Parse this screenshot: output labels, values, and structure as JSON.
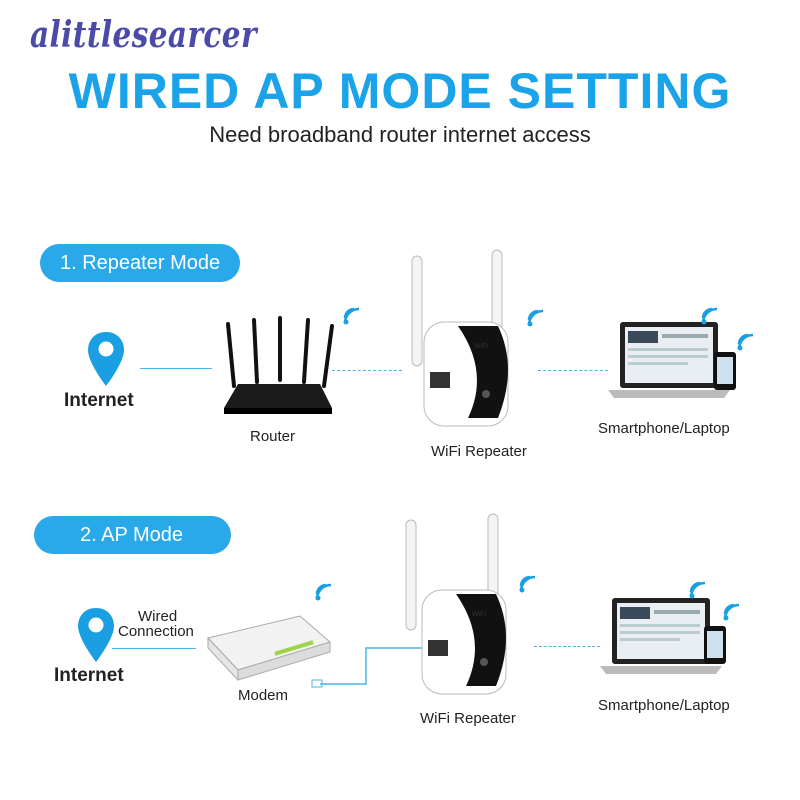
{
  "watermark": "alittlesearcer",
  "title": "WIRED AP MODE SETTING",
  "subtitle": "Need broadband router internet access",
  "colors": {
    "accent": "#2aa9ea",
    "title": "#1aa3e8",
    "pin": "#1a9fe3"
  },
  "sections": [
    {
      "pill": "1. Repeater Mode",
      "internet": "Internet",
      "device1": "Router",
      "repeater": "WiFi Repeater",
      "clients": "Smartphone/Laptop"
    },
    {
      "pill": "2. AP Mode",
      "internet": "Internet",
      "wired": "Wired\nConnection",
      "wired_line1": "Wired",
      "wired_line2": "Connection",
      "device1": "Modem",
      "repeater": "WiFi Repeater",
      "clients": "Smartphone/Laptop"
    }
  ],
  "icons": [
    "location-pin-icon",
    "wifi-signal-icon",
    "router-icon",
    "repeater-icon",
    "laptop-icon",
    "smartphone-icon",
    "modem-icon"
  ]
}
